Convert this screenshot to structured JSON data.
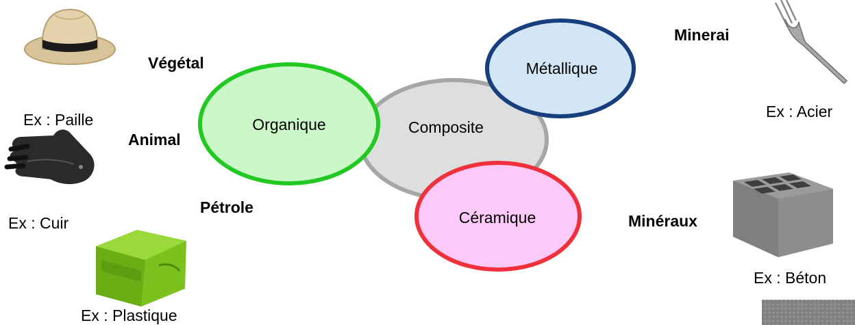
{
  "categories": {
    "composite": "Composite",
    "metallique": "Métallique",
    "organique": "Organique",
    "ceramique": "Céramique"
  },
  "sources": {
    "vegetal": "Végétal",
    "animal": "Animal",
    "petrole": "Pétrole",
    "minerai": "Minerai",
    "mineraux": "Minéraux"
  },
  "examples": {
    "paille": "Ex : Paille",
    "cuir": "Ex : Cuir",
    "plastique": "Ex : Plastique",
    "acier": "Ex : Acier",
    "beton": "Ex : Béton"
  },
  "colors": {
    "organique_fill": "#ccf7c9",
    "organique_stroke": "#22c922",
    "composite_fill": "#dedede",
    "composite_stroke": "#a6a6a6",
    "metallique_fill": "#d3e6f6",
    "metallique_stroke": "#173f7e",
    "ceramique_fill": "#fdc9f8",
    "ceramique_stroke": "#f0303a"
  },
  "icons": [
    "straw-hat-icon",
    "leather-glove-icon",
    "plastic-box-icon",
    "fork-icon",
    "concrete-block-icon"
  ]
}
